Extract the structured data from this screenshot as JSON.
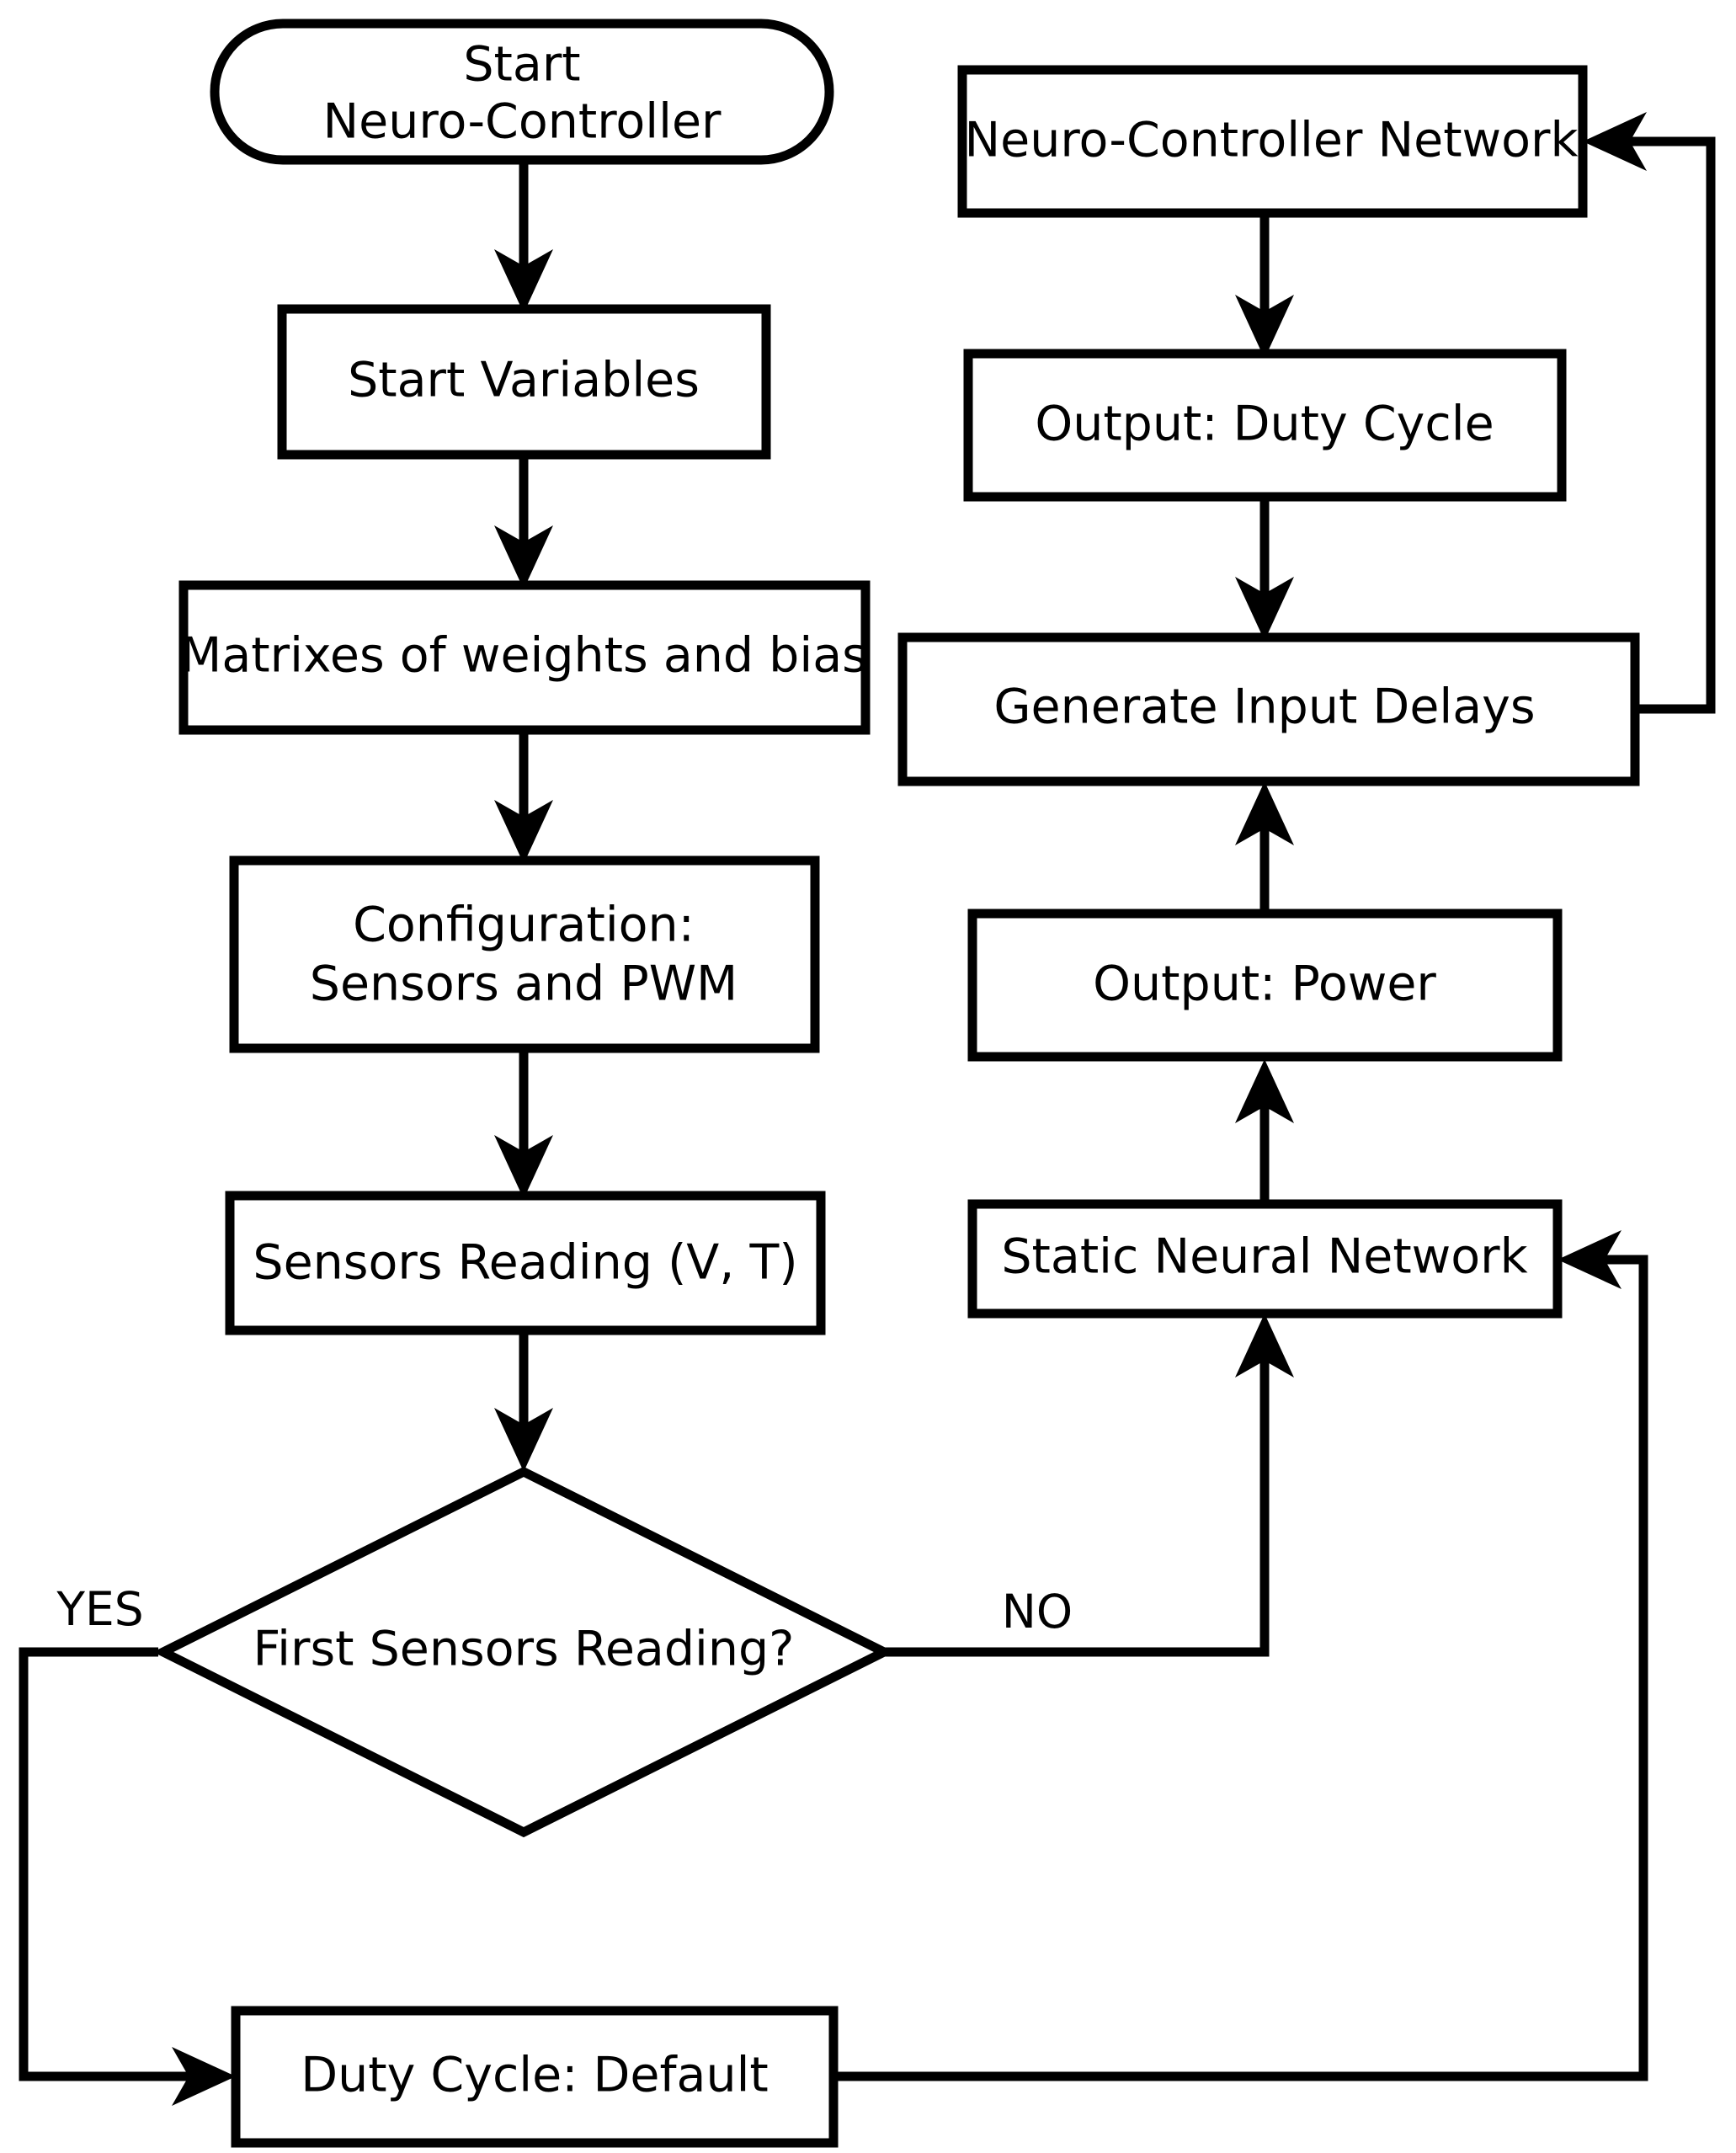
{
  "diagram": {
    "title": "Neuro-Controller Flowchart",
    "background_color": "#ffffff",
    "line_color": "#000000",
    "text_color": "#000000"
  },
  "nodes": {
    "start": {
      "shape": "stadium",
      "line1": "Start",
      "line2": "Neuro-Controller"
    },
    "start_variables": {
      "shape": "rectangle",
      "label": "Start Variables"
    },
    "matrixes": {
      "shape": "rectangle",
      "label": "Matrixes of weights and bias"
    },
    "configuration": {
      "shape": "rectangle",
      "line1": "Configuration:",
      "line2": "Sensors and PWM"
    },
    "sensors_reading": {
      "shape": "rectangle",
      "label": "Sensors Reading (V, T)"
    },
    "decision": {
      "shape": "diamond",
      "label": "First Sensors Reading?"
    },
    "duty_cycle_default": {
      "shape": "rectangle",
      "label": "Duty Cycle: Default"
    },
    "static_neural_network": {
      "shape": "rectangle",
      "label": "Static Neural Network"
    },
    "output_power": {
      "shape": "rectangle",
      "label": "Output: Power"
    },
    "generate_input_delays": {
      "shape": "rectangle",
      "label": "Generate Input Delays"
    },
    "neuro_controller_network": {
      "shape": "rectangle",
      "label": "Neuro-Controller Network"
    },
    "output_duty_cycle": {
      "shape": "rectangle",
      "label": "Output: Duty Cycle"
    }
  },
  "edge_labels": {
    "yes": "YES",
    "no": "NO"
  }
}
